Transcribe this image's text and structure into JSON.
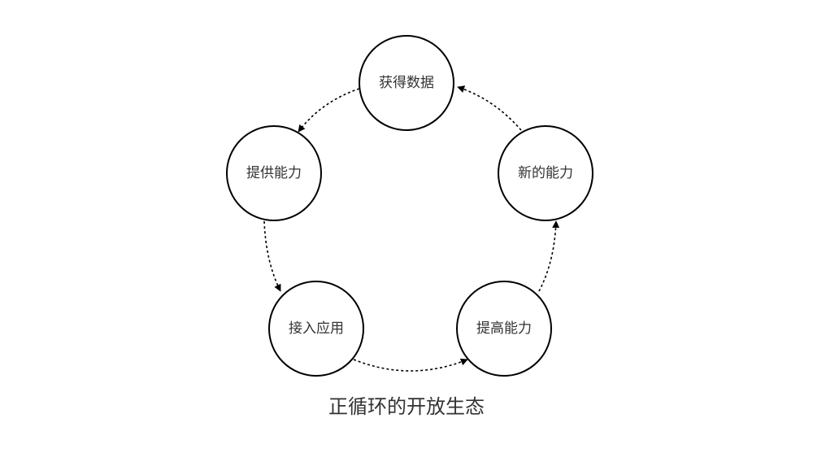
{
  "diagram": {
    "title": "正循环的开放生态",
    "nodes": [
      {
        "id": "get-data",
        "label": "获得数据"
      },
      {
        "id": "provide",
        "label": "提供能力"
      },
      {
        "id": "access",
        "label": "接入应用"
      },
      {
        "id": "improve",
        "label": "提高能力"
      },
      {
        "id": "new",
        "label": "新的能力"
      }
    ],
    "edges": [
      {
        "from": "get-data",
        "to": "provide"
      },
      {
        "from": "provide",
        "to": "access"
      },
      {
        "from": "access",
        "to": "improve"
      },
      {
        "from": "improve",
        "to": "new"
      },
      {
        "from": "new",
        "to": "get-data"
      }
    ]
  }
}
